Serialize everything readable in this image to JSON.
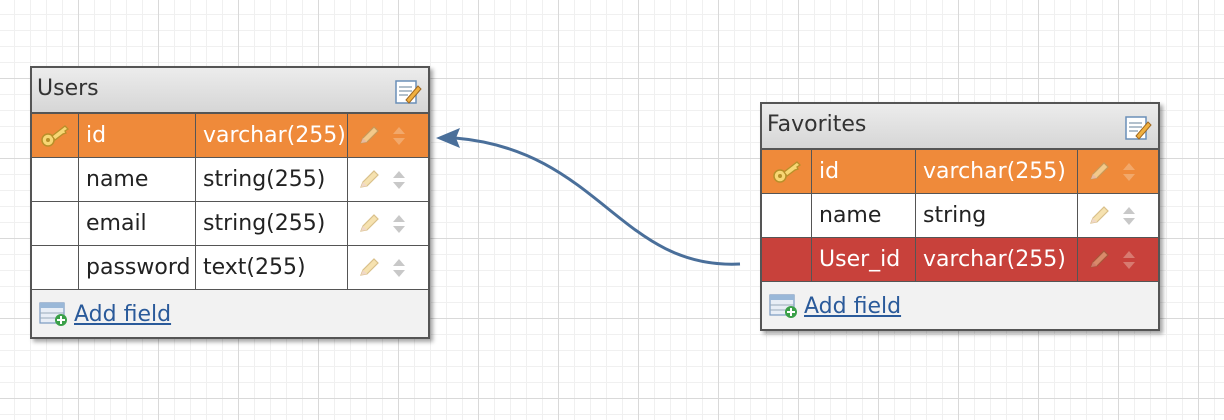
{
  "colors": {
    "primary_key_row": "#ef8a3a",
    "foreign_key_row": "#c8413b",
    "link": "#2a5a9a",
    "relation_arrow": "#4a6f9a"
  },
  "tables": {
    "users": {
      "title": "Users",
      "add_field_label": "Add field",
      "fields": [
        {
          "name": "id",
          "type": "varchar(255)",
          "key": "primary"
        },
        {
          "name": "name",
          "type": "string(255)",
          "key": ""
        },
        {
          "name": "email",
          "type": "string(255)",
          "key": ""
        },
        {
          "name": "password",
          "type": "text(255)",
          "key": ""
        }
      ]
    },
    "favorites": {
      "title": "Favorites",
      "add_field_label": "Add field",
      "fields": [
        {
          "name": "id",
          "type": "varchar(255)",
          "key": "primary"
        },
        {
          "name": "name",
          "type": "string",
          "key": ""
        },
        {
          "name": "User_id",
          "type": "varchar(255)",
          "key": "foreign"
        }
      ]
    }
  },
  "relations": [
    {
      "from": "favorites.User_id",
      "to": "users.id"
    }
  ]
}
